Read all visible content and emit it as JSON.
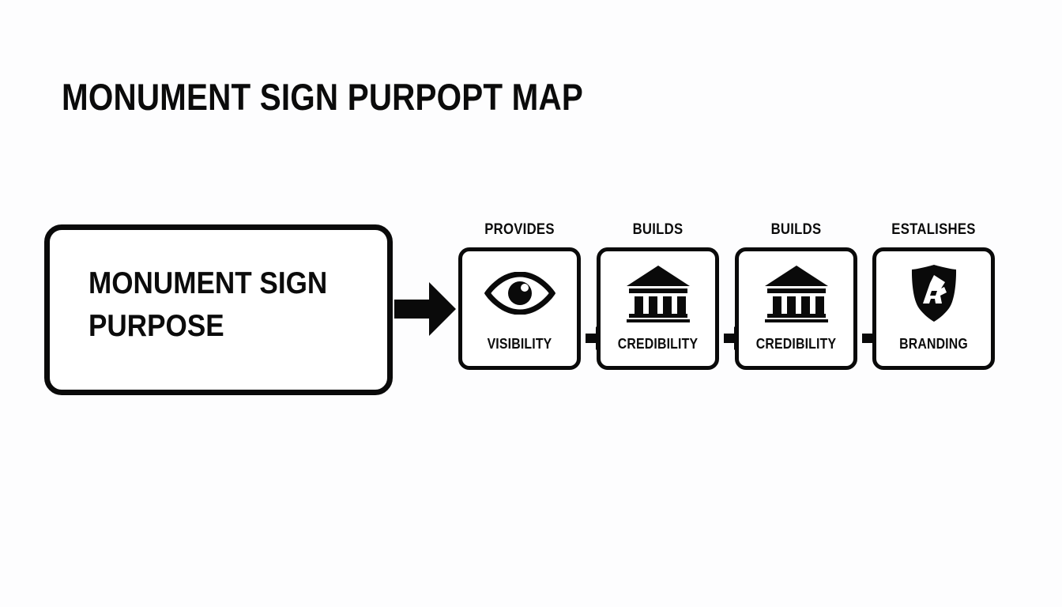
{
  "page": {
    "title": "MONUMENT SIGN PURPOPT MAP",
    "background_color": "#fdfdfe",
    "ink_color": "#0a0a0a"
  },
  "source": {
    "label_line1": "MONUMENT SIGN",
    "label_line2": "PURPOSE"
  },
  "flow": {
    "main_arrow_icon": "right-block-arrow-icon",
    "nodes": [
      {
        "top_label": "PROVIDES",
        "icon": "eye-icon",
        "bottom_label": "VISIBILITY",
        "connector_icon": "right-arrow-icon"
      },
      {
        "top_label": "BUILDS",
        "icon": "bank-icon",
        "bottom_label": "CREDIBILITY",
        "connector_icon": "right-arrow-icon"
      },
      {
        "top_label": "BUILDS",
        "icon": "bank-icon",
        "bottom_label": "CREDIBILITY",
        "connector_icon": "right-arrow-icon"
      },
      {
        "top_label": "ESTALISHES",
        "icon": "shield-a-icon",
        "bottom_label": "BRANDING",
        "connector_icon": ""
      }
    ]
  }
}
